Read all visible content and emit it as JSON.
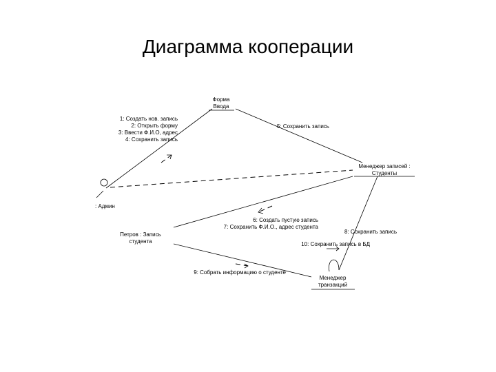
{
  "title": "Диаграмма кооперации",
  "actor": {
    "label": ": Админ"
  },
  "objects": {
    "form": {
      "line1": "Форма",
      "line2": "Ввода"
    },
    "record_manager": {
      "line1": "Менеджер записей :",
      "line2": "Студенты"
    },
    "student_record": {
      "line1": "Петров : Запись",
      "line2": "студента"
    },
    "transaction_manager": {
      "line1": "Менеджер",
      "line2": "транзакций"
    }
  },
  "messages": {
    "m1": "1: Создать нов. запись",
    "m2": "2: Открыть форму",
    "m3": "3: Ввести Ф.И.О, адрес",
    "m4": "4: Сохранить запись",
    "m5": "5: Сохранить запись",
    "m6": "6: Создать пустую запись",
    "m7": "7: Сохранить Ф.И.О., адрес студента",
    "m8": "8: Сохранить запись",
    "m9": "9: Собрать информацию о студенте",
    "m10": "10: Сохранить запись в БД"
  }
}
